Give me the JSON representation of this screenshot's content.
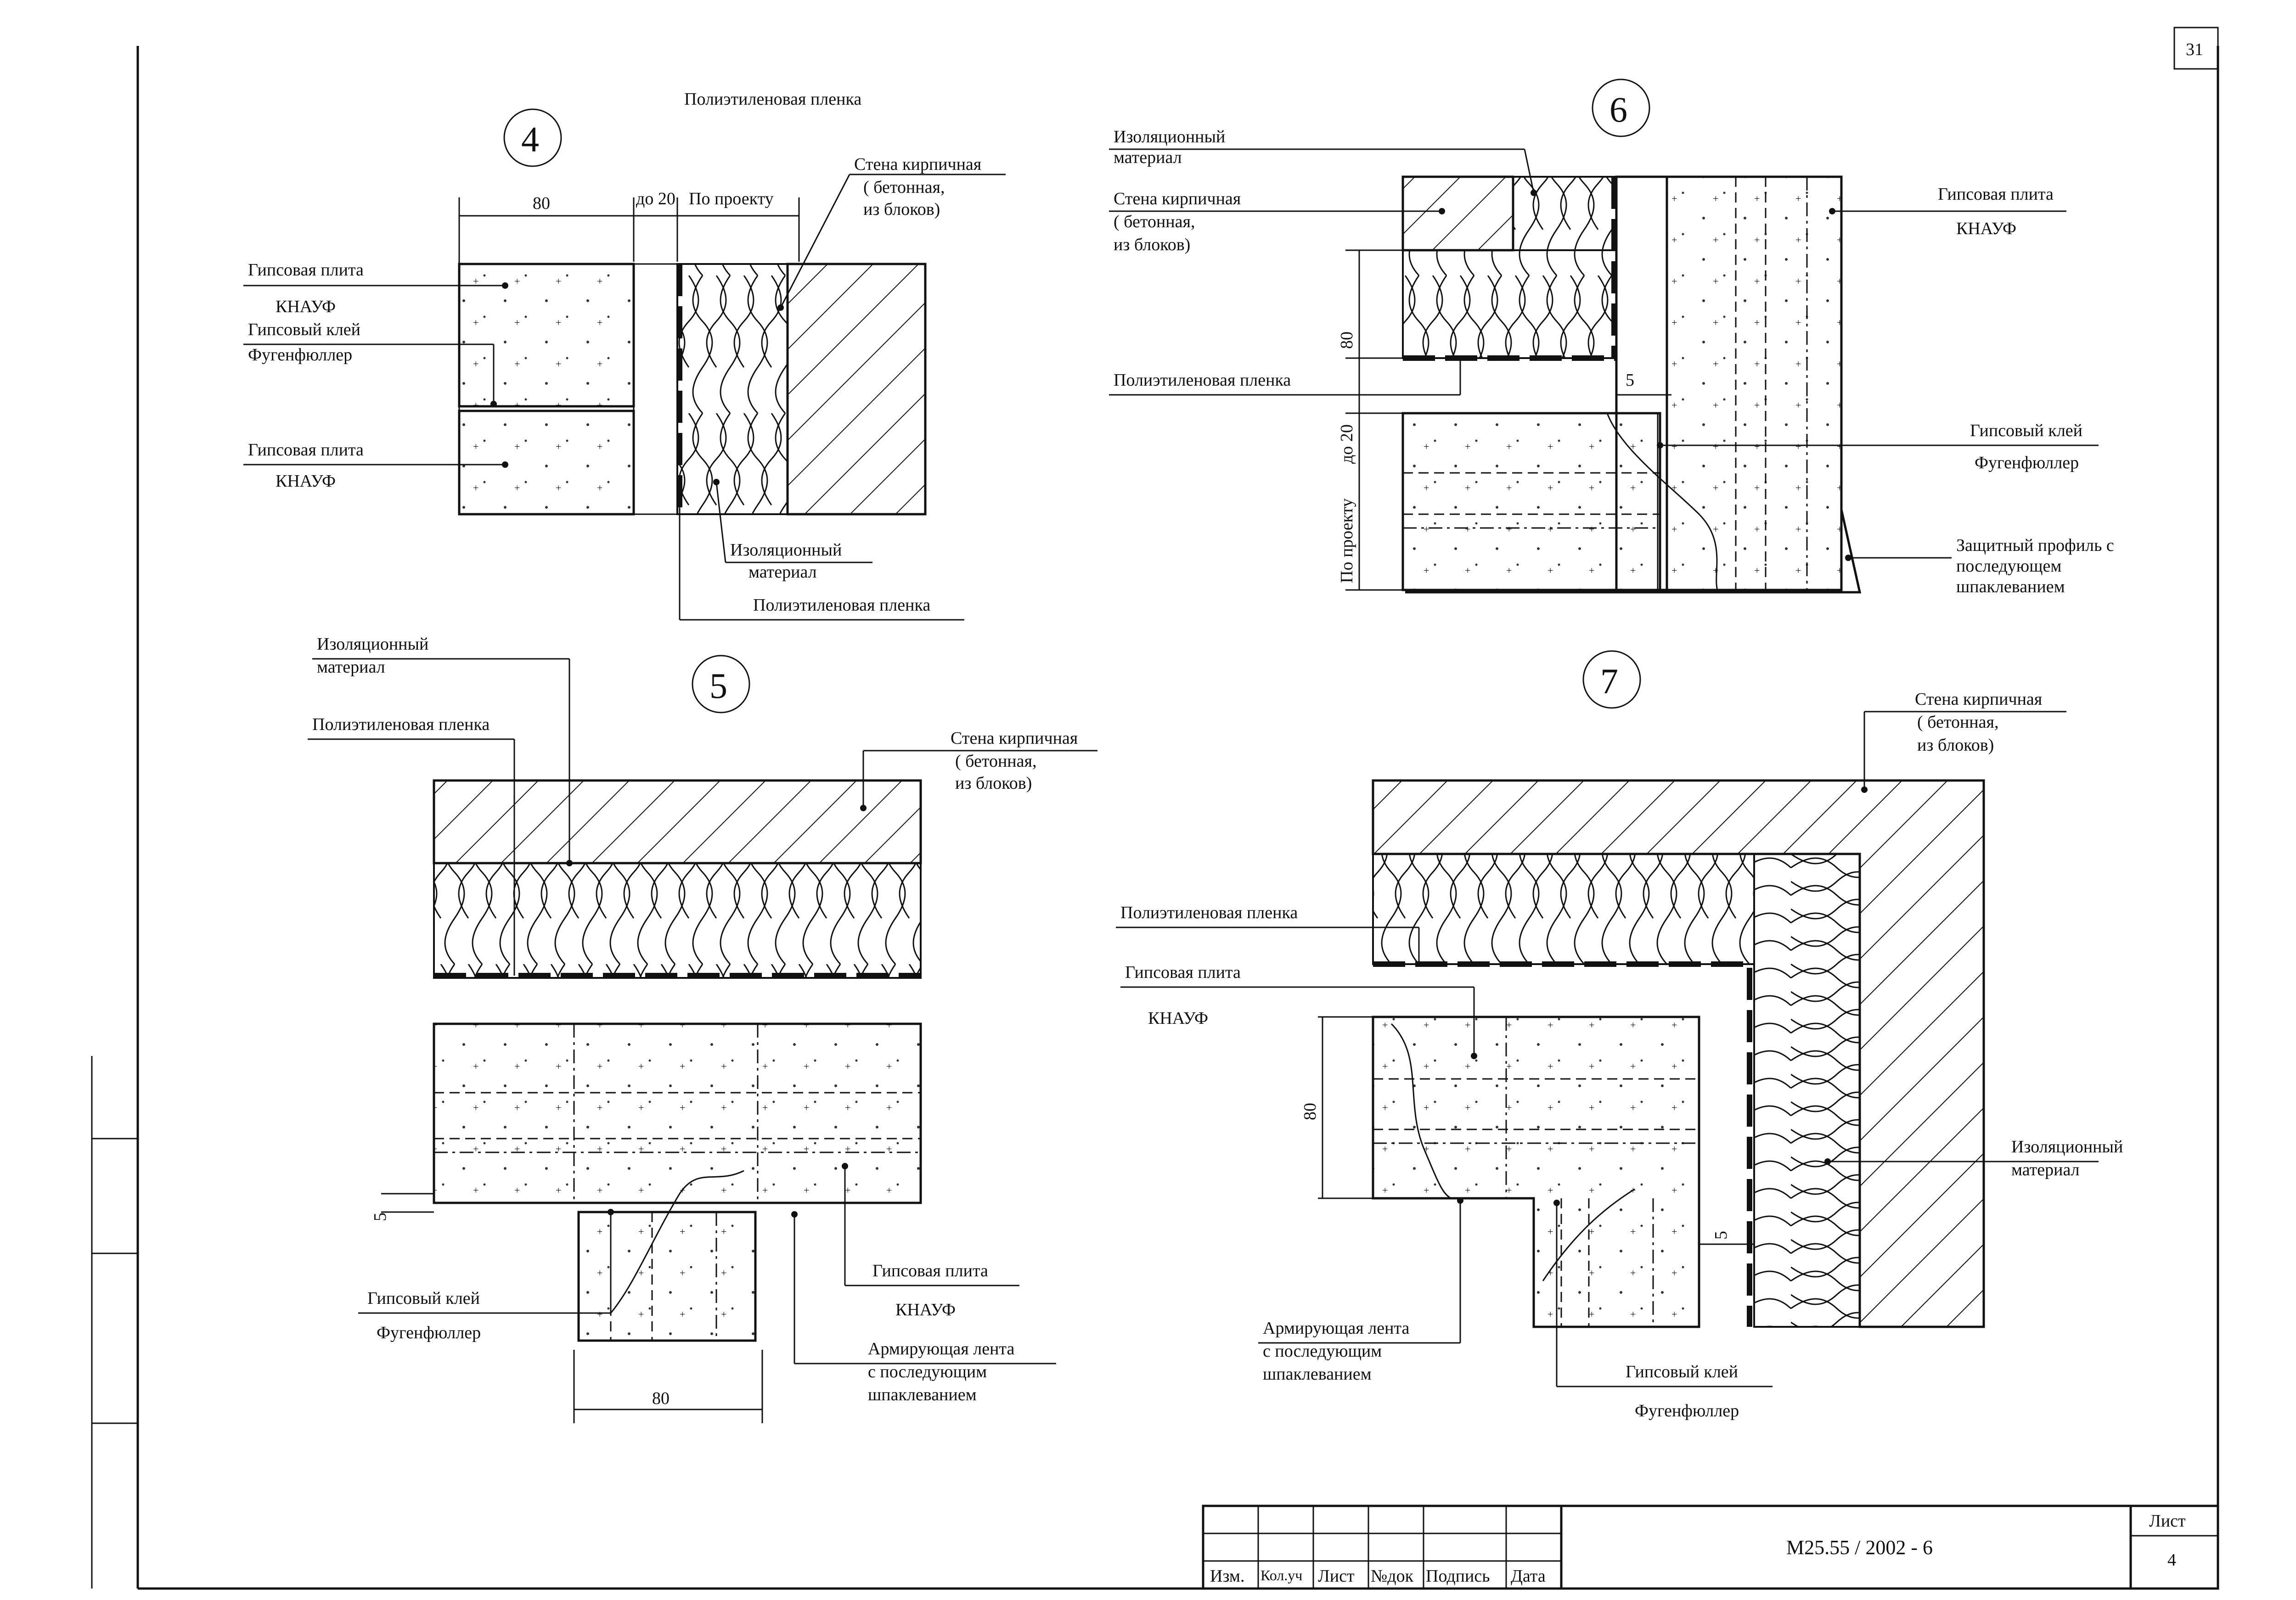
{
  "sheet": {
    "page_number": "31",
    "document_code": "М25.55 / 2002 - 6",
    "sheet_label": "Лист",
    "sheet_number": "4",
    "stamp_headers": [
      "Изм.",
      "Кол.уч",
      "Лист",
      "№док",
      "Подпись",
      "Дата"
    ]
  },
  "detail4": {
    "number": "4",
    "dim_80": "80",
    "dim_do20": "до 20",
    "dim_project": "По проекту",
    "top_label": "Полиэтиленовая пленка",
    "wall": [
      "Стена кирпичная",
      "( бетонная,",
      "из блоков)"
    ],
    "gyp1": [
      "Гипсовая плита",
      "КНАУФ"
    ],
    "glue": [
      "Гипсовый клей",
      "Фугенфюллер"
    ],
    "gyp2": [
      "Гипсовая плита",
      "КНАУФ"
    ],
    "insulation": [
      "Изоляционный",
      "материал"
    ],
    "film": "Полиэтиленовая пленка"
  },
  "detail5": {
    "number": "5",
    "insulation": [
      "Изоляционный",
      "материал"
    ],
    "film": "Полиэтиленовая пленка",
    "wall": [
      "Стена кирпичная",
      "( бетонная,",
      "из блоков)"
    ],
    "dim_5": "5",
    "glue": [
      "Гипсовый клей",
      "Фугенфюллер"
    ],
    "gyp": [
      "Гипсовая плита",
      "КНАУФ"
    ],
    "tape": [
      "Армирующая лента",
      "с последующим",
      "шпаклеванием"
    ],
    "dim_80": "80"
  },
  "detail6": {
    "number": "6",
    "insulation": [
      "Изоляционный",
      "материал"
    ],
    "wall": [
      "Стена кирпичная",
      "( бетонная,",
      "из блоков)"
    ],
    "film": "Полиэтиленовая пленка",
    "gyp": [
      "Гипсовая плита",
      "КНАУФ"
    ],
    "dim_80": "80",
    "dim_5": "5",
    "dim_do20": "до 20",
    "dim_project": "По проекту",
    "glue": [
      "Гипсовый клей",
      "Фугенфюллер"
    ],
    "profile": [
      "Защитный профиль с",
      "последующем",
      "шпаклеванием"
    ]
  },
  "detail7": {
    "number": "7",
    "wall": [
      "Стена кирпичная",
      "( бетонная,",
      "из блоков)"
    ],
    "film": "Полиэтиленовая пленка",
    "gyp": [
      "Гипсовая плита",
      "КНАУФ"
    ],
    "dim_80": "80",
    "dim_5": "5",
    "insulation": [
      "Изоляционный",
      "материал"
    ],
    "tape": [
      "Армирующая лента",
      "с последующим",
      "шпаклеванием"
    ],
    "glue": [
      "Гипсовый клей",
      "Фугенфюллер"
    ]
  }
}
